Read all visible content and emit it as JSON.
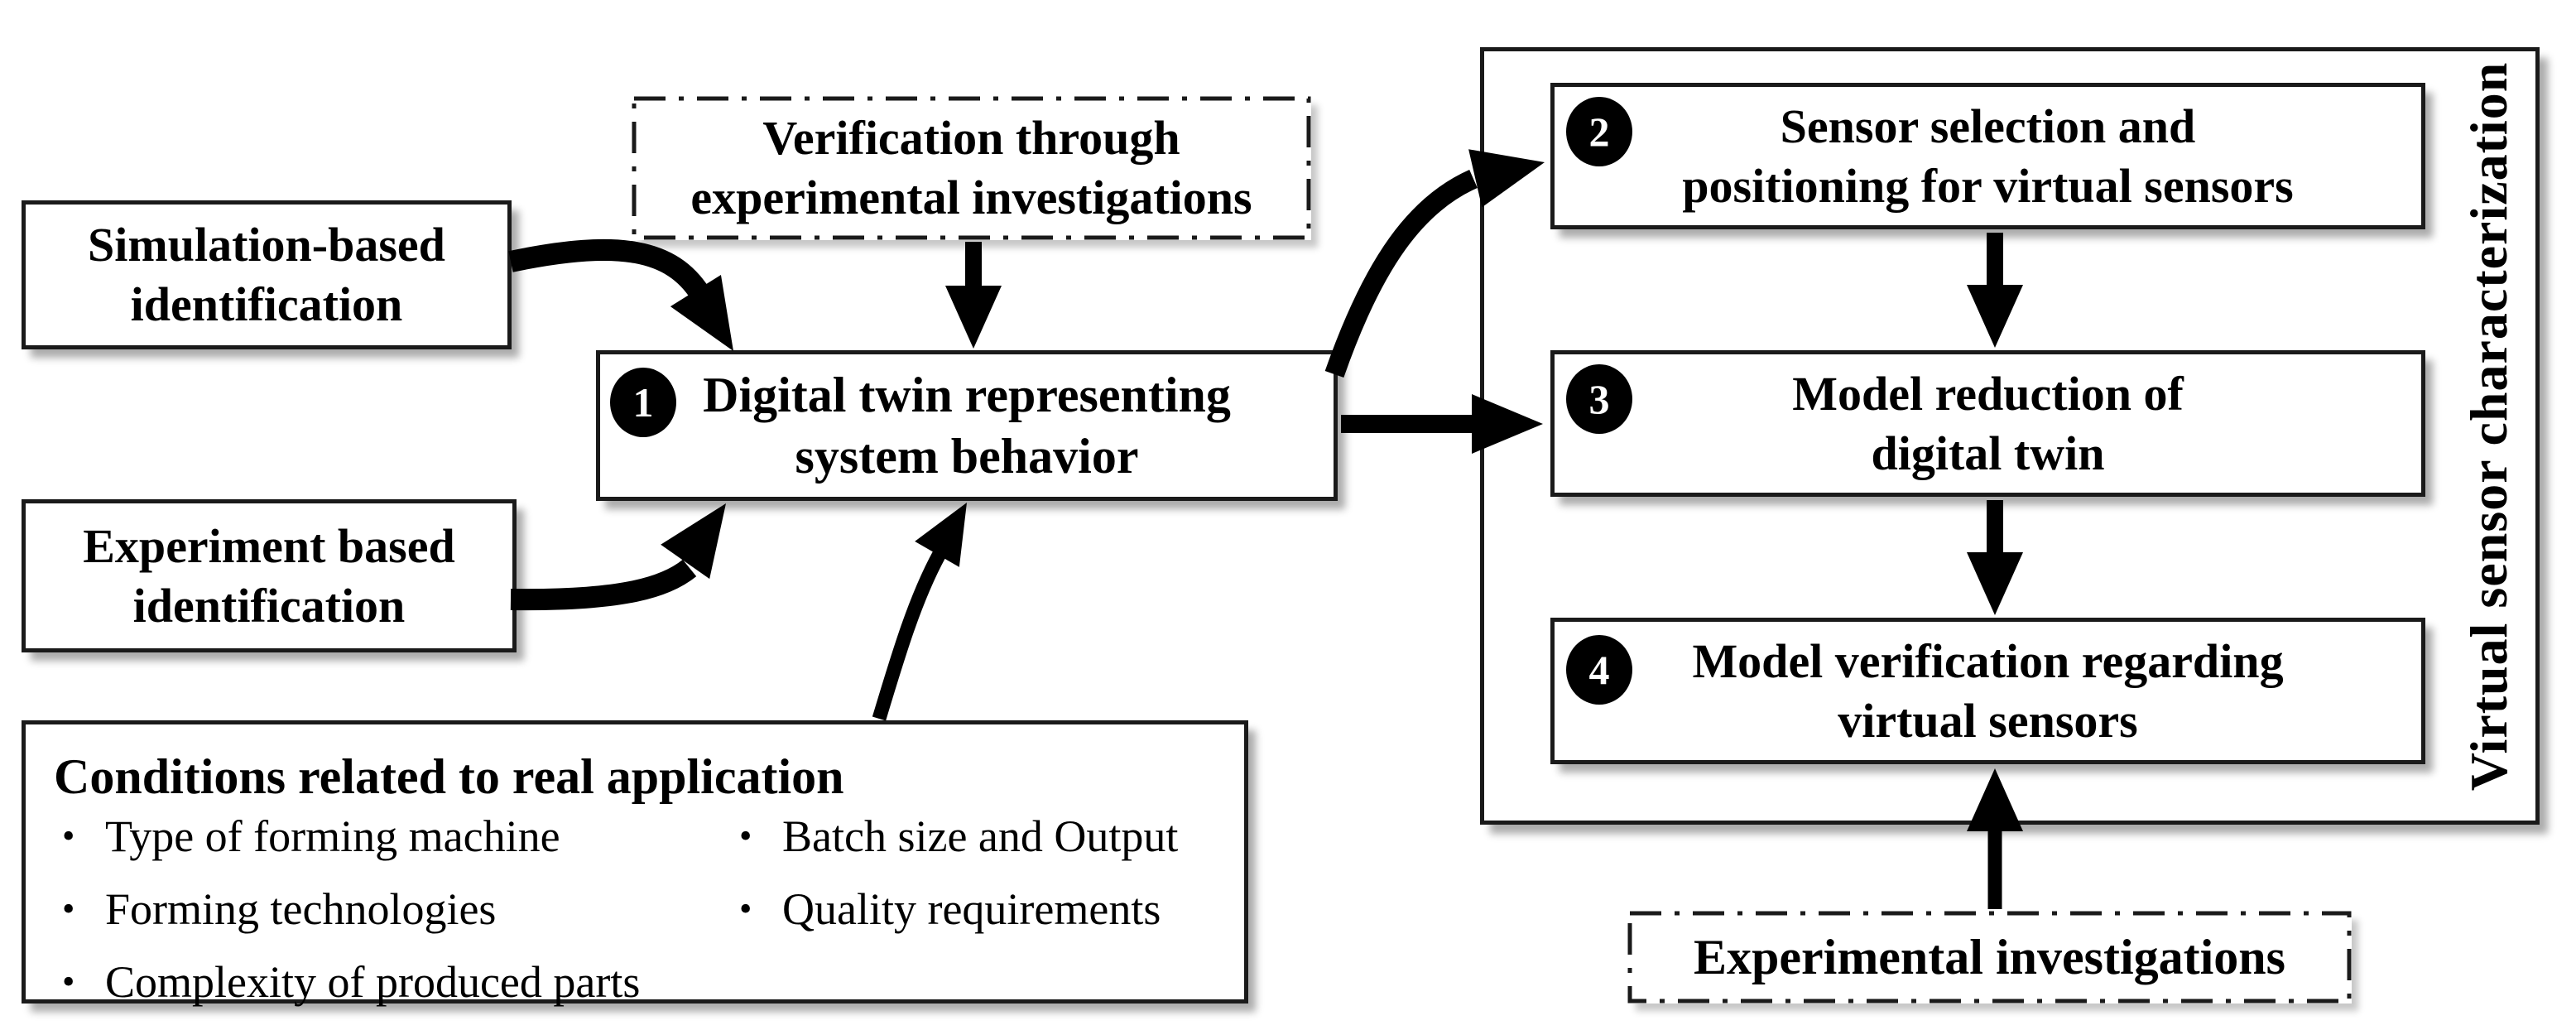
{
  "nodes": {
    "simulation_based": {
      "line1": "Simulation-based",
      "line2": "identification"
    },
    "experiment_based": {
      "line1": "Experiment based",
      "line2": "identification"
    },
    "conditions": {
      "title": "Conditions related to real application",
      "bullet": "•",
      "col1": [
        "Type of forming machine",
        "Forming technologies",
        "Complexity of produced parts"
      ],
      "col2": [
        "Batch size and Output",
        "Quality requirements"
      ]
    },
    "verification": {
      "line1": "Verification through",
      "line2": "experimental investigations"
    },
    "digital_twin": {
      "number": "1",
      "line1": "Digital twin representing",
      "line2": "system behavior"
    },
    "sensor_selection": {
      "number": "2",
      "line1": "Sensor selection and",
      "line2": "positioning for virtual sensors"
    },
    "model_reduction": {
      "number": "3",
      "line1": "Model reduction of",
      "line2": "digital twin"
    },
    "model_verification": {
      "number": "4",
      "line1": "Model verification regarding",
      "line2": "virtual sensors"
    },
    "experimental_investigations": {
      "label": "Experimental investigations"
    },
    "container": {
      "side_label": "Virtual sensor characterization"
    }
  },
  "colors": {
    "ink": "#000000",
    "border": "#1a1a1a",
    "background": "#ffffff",
    "badge_fill": "#000000",
    "badge_text": "#ffffff"
  }
}
